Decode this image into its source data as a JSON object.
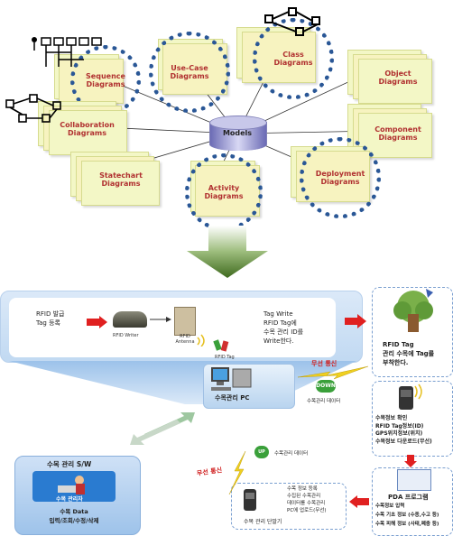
{
  "uml": {
    "center": "Models",
    "nodes": [
      {
        "id": "sequence",
        "label": "Sequence\nDiagrams"
      },
      {
        "id": "use-case",
        "label": "Use-Case\nDiagrams"
      },
      {
        "id": "class",
        "label": "Class\nDiagrams"
      },
      {
        "id": "object",
        "label": "Object\nDiagrams"
      },
      {
        "id": "collaboration",
        "label": "Collaboration\nDiagrams"
      },
      {
        "id": "component",
        "label": "Component\nDiagrams"
      },
      {
        "id": "statechart",
        "label": "Statechart\nDiagrams"
      },
      {
        "id": "activity",
        "label": "Activity\nDiagrams"
      },
      {
        "id": "deployment",
        "label": "Deployment\nDiagrams"
      }
    ]
  },
  "rfid": {
    "issue_label": "RFID 발급\nTag 등록",
    "writer_label": "RFID Writer",
    "antenna_label": "RFID\nAntenna",
    "tag_label": "RFID Tag",
    "write_desc": "Tag Write\nRFID Tag에\n수목 관리 ID를\nWrite한다.",
    "attach_desc": "RFID Tag\n관리 수목에 Tag를\n부착한다.",
    "wireless1": "무선 통신",
    "wireless2": "무선 통신",
    "down_badge": "DOWN",
    "down_label": "수목관리 데이터",
    "up_badge": "UP",
    "up_label": "수목관리 데이터",
    "pc_label": "수목관리 PC",
    "reader_info": "수목정보 확인\nRFID Tag정보(ID)\nGPS위치정보(위치)\n수목정보 다운로드(무선)",
    "pda_title": "PDA 프로그램",
    "pda_info": "수목정보 입력\n수목 기초 정보 (수종,수고 등)\n수목 피해 정보 (사태,폐충 등)",
    "terminal_desc": "수목 정보 등록\n수집된 수목관리\n데이터를 수목관리\nPC에 업로드(무선)",
    "terminal_label": "수목 관리 단말기",
    "sw_title": "수목 관리 S/W",
    "admin_label": "수목 관리자",
    "sw_desc": "수목 Data\n입력/조회/수정/삭제"
  }
}
